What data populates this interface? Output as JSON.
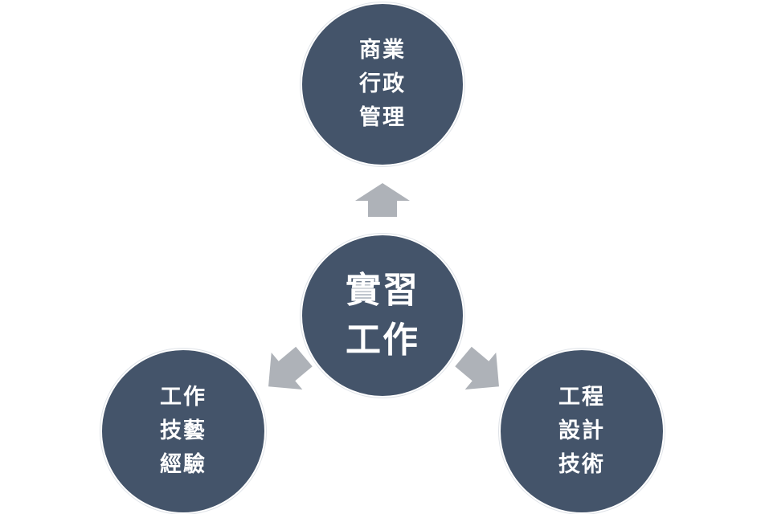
{
  "diagram": {
    "center": {
      "lines": [
        "實習",
        "工作"
      ]
    },
    "top": {
      "lines": [
        "商業",
        "行政",
        "管理"
      ]
    },
    "left": {
      "lines": [
        "工作",
        "技藝",
        "經驗"
      ]
    },
    "right": {
      "lines": [
        "工程",
        "設計",
        "技術"
      ]
    }
  },
  "colors": {
    "node_fill": "#44546a",
    "node_text": "#ffffff",
    "arrow": "#aeb2b8"
  }
}
